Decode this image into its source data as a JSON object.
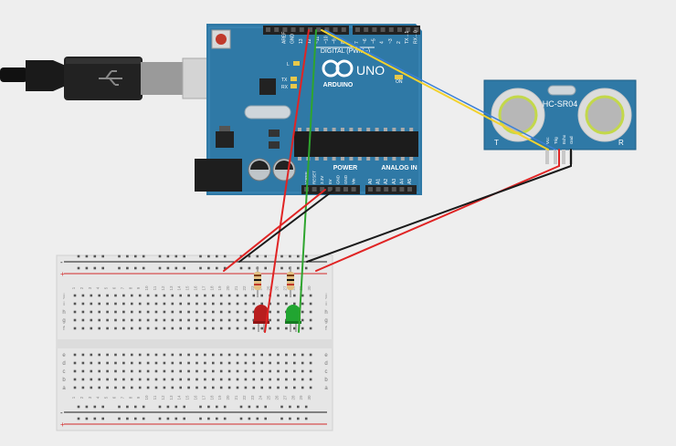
{
  "arduino": {
    "brand": "ARDUINO",
    "model": "UNO",
    "digital_label": "DIGITAL (PWM~)",
    "power_label": "POWER",
    "analog_label": "ANALOG IN",
    "led_l": "L",
    "led_tx": "TX",
    "led_rx": "RX",
    "on_label": "ON",
    "top_pins": [
      "AREF",
      "GND",
      "13",
      "12",
      "~11",
      "~10",
      "~9",
      "8",
      "7",
      "~6",
      "~5",
      "4",
      "~3",
      "2",
      "TX→1",
      "RX←0"
    ],
    "power_pins": [
      "IOREF",
      "RESET",
      "3.3V",
      "5V",
      "GND",
      "GND",
      "Vin"
    ],
    "analog_pins": [
      "A0",
      "A1",
      "A2",
      "A3",
      "A4",
      "A5"
    ]
  },
  "sensor": {
    "name": "HC-SR04",
    "pins": [
      "Vcc",
      "Trig",
      "Echo",
      "Gnd"
    ],
    "t_label": "T",
    "r_label": "R"
  },
  "breadboard": {
    "row_letters_top": [
      "j",
      "i",
      "h",
      "g",
      "f"
    ],
    "row_letters_bottom": [
      "e",
      "d",
      "c",
      "b",
      "a"
    ],
    "plus": "+",
    "minus": "-",
    "column_count": 30
  },
  "colors": {
    "board": "#2f79a6",
    "board_dark": "#1f5f86",
    "wire_red": "#e02424",
    "wire_black": "#1a1a1a",
    "wire_green": "#2ea52e",
    "wire_yellow": "#f2d22e",
    "wire_blue": "#3a7fd6",
    "led_red": "#b81e1e",
    "led_green": "#21a531",
    "breadboard": "#e6e6e6"
  },
  "components": {
    "led_1": "red-led",
    "led_2": "green-led",
    "resistor_1": "resistor",
    "resistor_2": "resistor"
  }
}
